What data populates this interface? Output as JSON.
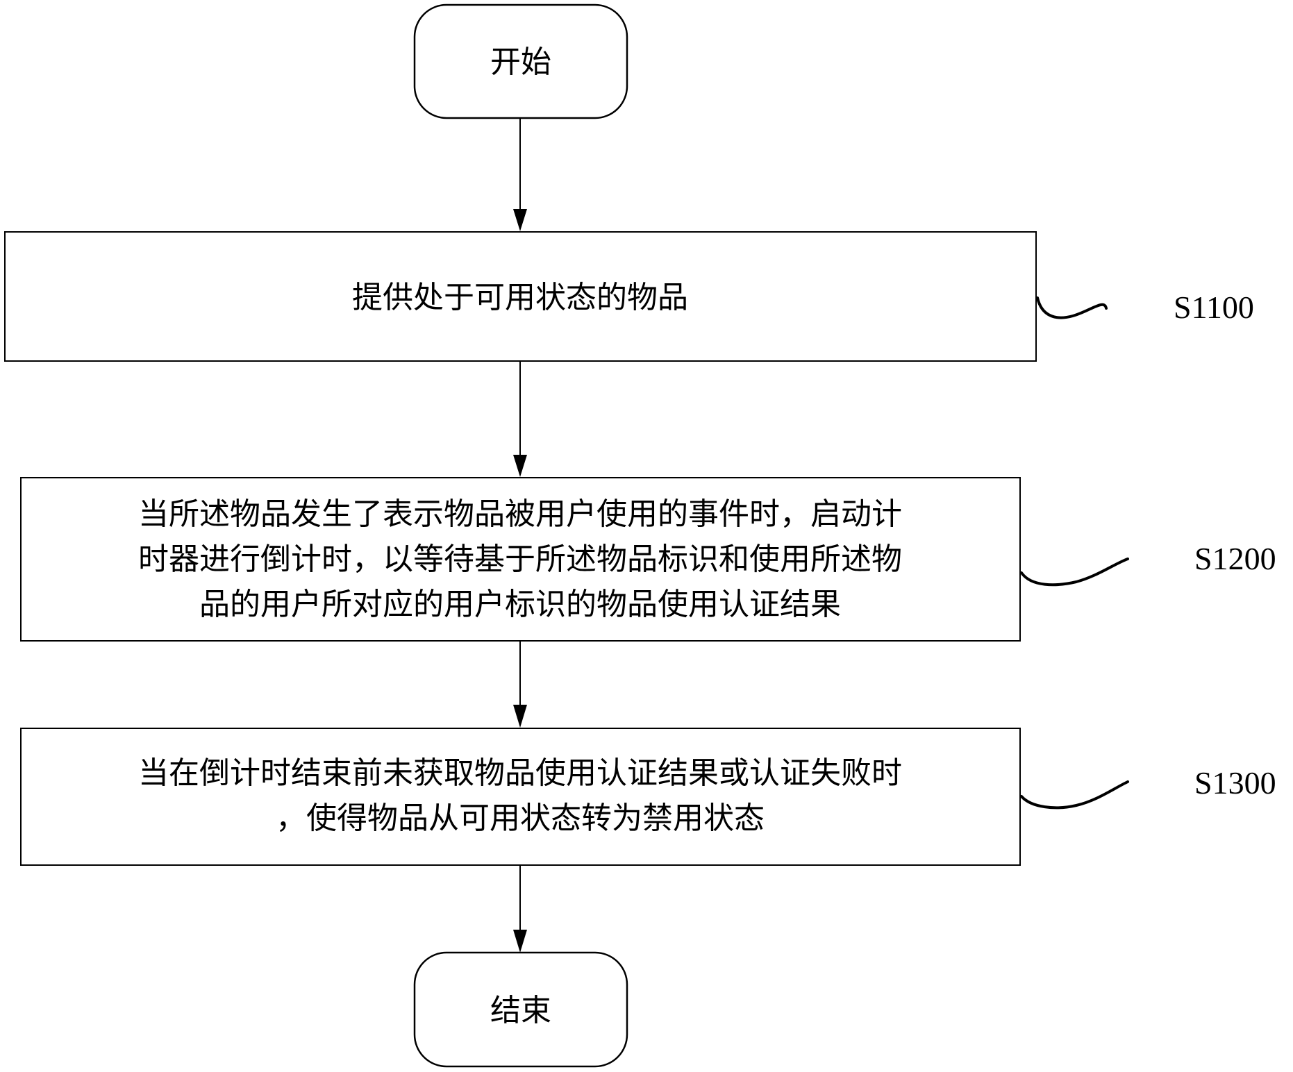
{
  "diagram": {
    "type": "flowchart",
    "direction": "top-to-bottom",
    "colors": {
      "stroke": "#000000",
      "fill": "#ffffff",
      "text": "#000000"
    },
    "start": {
      "label": "开始",
      "shape": "rounded-terminal"
    },
    "steps": [
      {
        "id": "S1100",
        "label": "S1100",
        "lines": [
          "提供处于可用状态的物品"
        ]
      },
      {
        "id": "S1200",
        "label": "S1200",
        "lines": [
          "当所述物品发生了表示物品被用户使用的事件时，启动计",
          "时器进行倒计时，以等待基于所述物品标识和使用所述物",
          "品的用户所对应的用户标识的物品使用认证结果"
        ]
      },
      {
        "id": "S1300",
        "label": "S1300",
        "lines": [
          "当在倒计时结束前未获取物品使用认证结果或认证失败时",
          "，使得物品从可用状态转为禁用状态"
        ]
      }
    ],
    "end": {
      "label": "结束",
      "shape": "rounded-terminal"
    },
    "edges": [
      {
        "from": "start",
        "to": "S1100",
        "icon": "arrow-down-icon"
      },
      {
        "from": "S1100",
        "to": "S1200",
        "icon": "arrow-down-icon"
      },
      {
        "from": "S1200",
        "to": "S1300",
        "icon": "arrow-down-icon"
      },
      {
        "from": "S1300",
        "to": "end",
        "icon": "arrow-down-icon"
      }
    ]
  }
}
